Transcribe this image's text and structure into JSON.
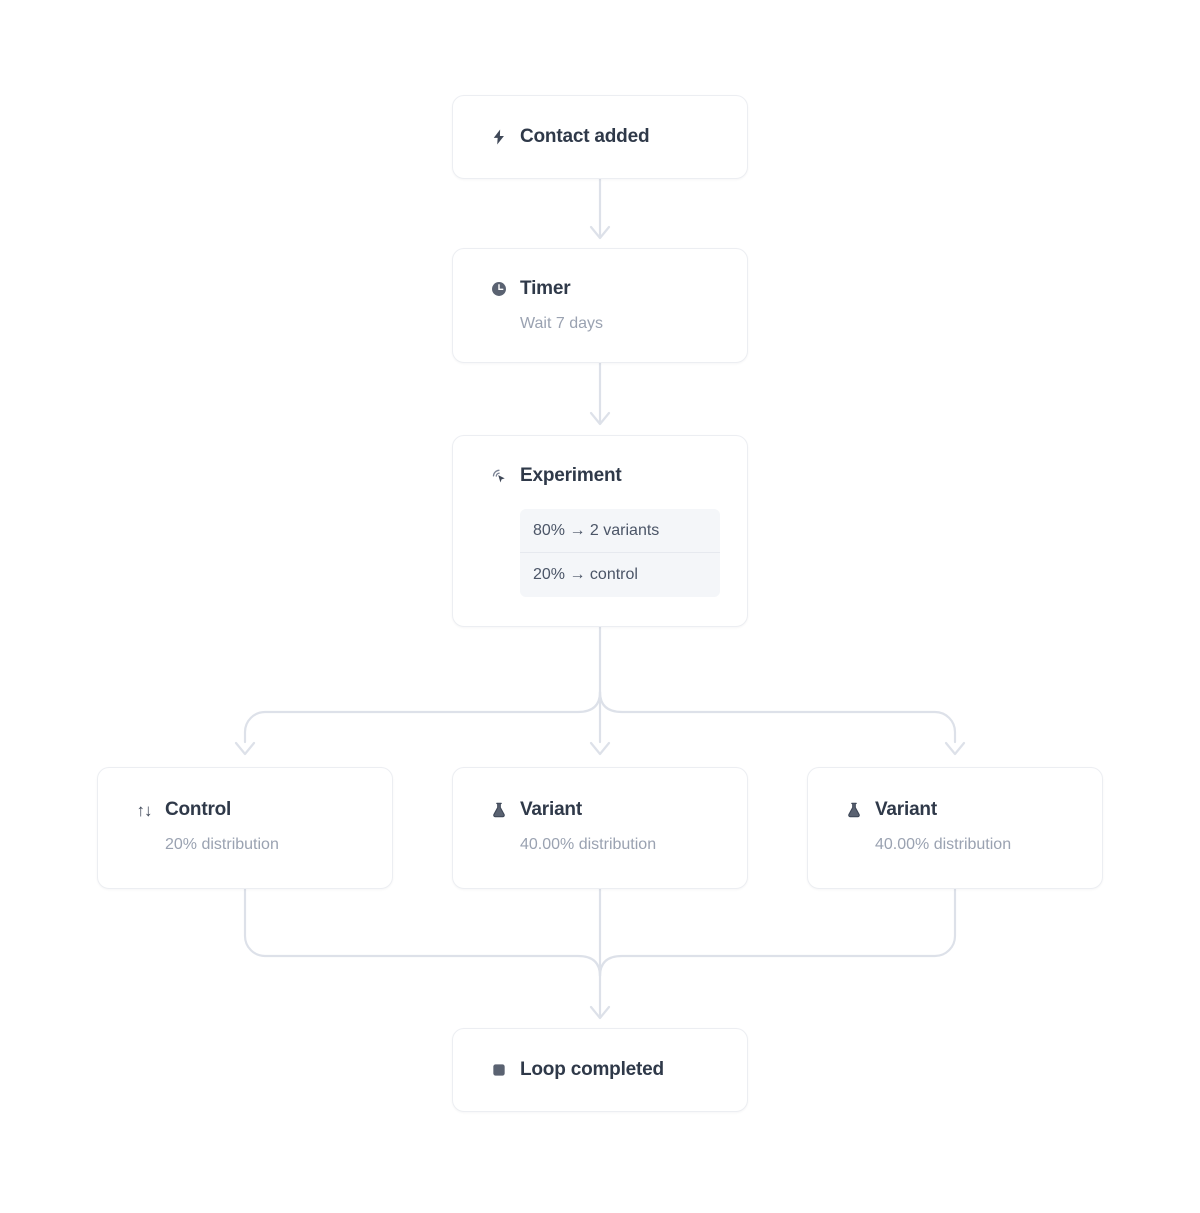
{
  "diagram": {
    "type": "workflow-flowchart",
    "title": "Contact workflow with experiment split",
    "colors": {
      "background": "#ffffff",
      "card_background": "#ffffff",
      "card_border": "#eceef2",
      "connector": "#dde1e9",
      "title_text": "#2f3949",
      "subtitle_text": "#9aa2b1",
      "icon": "#4b5567",
      "panel_background": "#f4f6f9",
      "panel_divider": "#e6e9ef",
      "panel_text": "#4b5567"
    }
  },
  "nodes": {
    "trigger": {
      "title": "Contact added",
      "icon": "lightning-bolt-icon"
    },
    "timer": {
      "title": "Timer",
      "subtitle": "Wait 7 days",
      "icon": "clock-icon"
    },
    "experiment": {
      "title": "Experiment",
      "icon": "cursor-click-icon",
      "split": [
        {
          "percent": "80%",
          "arrow": "→",
          "target": "2 variants",
          "label": "80% → 2 variants"
        },
        {
          "percent": "20%",
          "arrow": "→",
          "target": "control",
          "label": "20% → control"
        }
      ]
    },
    "control": {
      "title": "Control",
      "subtitle": "20% distribution",
      "icon": "up-down-arrows-icon",
      "glyph": "↑↓"
    },
    "variant_a": {
      "title": "Variant",
      "subtitle": "40.00% distribution",
      "icon": "flask-icon"
    },
    "variant_b": {
      "title": "Variant",
      "subtitle": "40.00% distribution",
      "icon": "flask-icon"
    },
    "end": {
      "title": "Loop completed",
      "icon": "stop-square-icon"
    }
  },
  "connectors": {
    "trigger_to_timer": "arrow-down",
    "timer_to_experiment": "arrow-down",
    "experiment_split": "three-way-branch-down",
    "branches_merge": "three-way-merge-down"
  }
}
